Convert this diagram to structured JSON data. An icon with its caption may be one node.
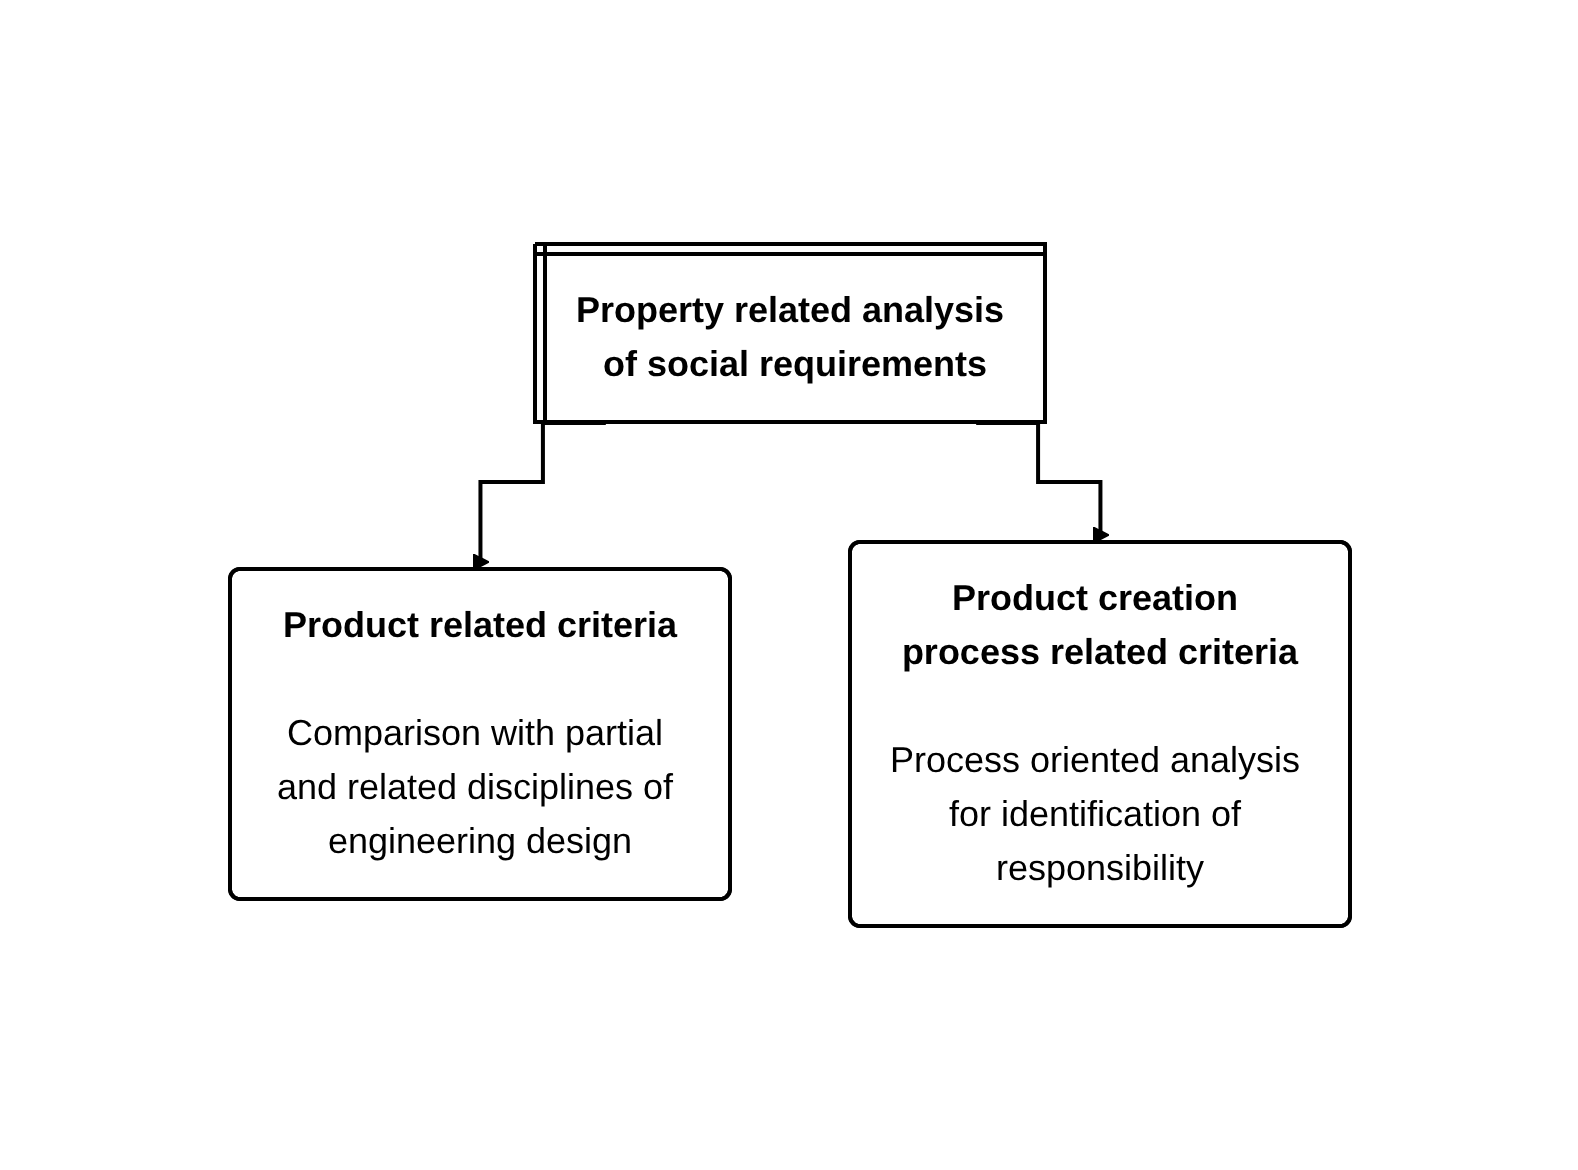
{
  "diagram": {
    "nodes": [
      {
        "text": [
          "Property related analysis of social requirements"
        ]
      },
      {
        "text": [
          "Product related criteria",
          "Comparison with partial and related disciplines of engineering design"
        ]
      },
      {
        "text": [
          "Product creation process related criteria",
          "Process oriented analysis for identification of responsibility"
        ]
      }
    ],
    "edges": [
      {
        "from": 0,
        "to": 1,
        "arrow": "to"
      },
      {
        "from": 0,
        "to": 2,
        "arrow": "to"
      }
    ]
  }
}
